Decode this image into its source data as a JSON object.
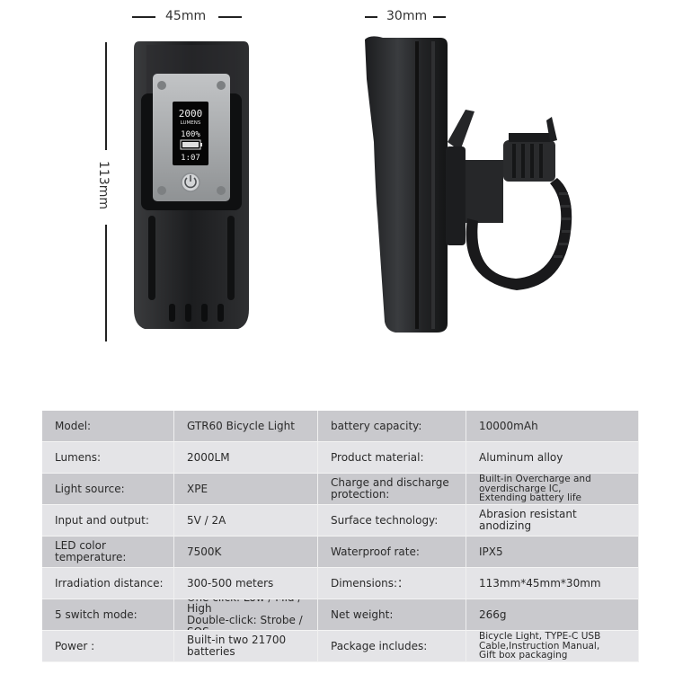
{
  "dimensions": {
    "width_label": "45mm",
    "depth_label": "30mm",
    "height_label": "113mm"
  },
  "display_screen": {
    "lumens_value": "2000",
    "lumens_unit": "LUMENS",
    "battery_percent": "100%",
    "runtime": "1:07"
  },
  "colors": {
    "row_dark": "#c9c9cd",
    "row_light": "#e4e4e7",
    "body_dark": "#1e1f21",
    "panel_silver": "#a9acae"
  },
  "specs": [
    {
      "label": "Model:",
      "value": "GTR60 Bicycle Light",
      "label2": "battery capacity:",
      "value2": "10000mAh"
    },
    {
      "label": "Lumens:",
      "value": "2000LM",
      "label2": "Product material:",
      "value2": "Aluminum alloy"
    },
    {
      "label": "Light source:",
      "value": "XPE",
      "label2": "Charge and discharge\nprotection:",
      "value2": "Built-in Overcharge and\noverdischarge IC,\nExtending battery life"
    },
    {
      "label": "Input and output:",
      "value": "5V / 2A",
      "label2": "Surface technology:",
      "value2": "Abrasion resistant anodizing"
    },
    {
      "label": "LED color temperature:",
      "value": "7500K",
      "label2": "Waterproof rate:",
      "value2": "IPX5"
    },
    {
      "label": "Irradiation distance:",
      "value": "300-500 meters",
      "label2": "Dimensions:：",
      "value2": "113mm*45mm*30mm"
    },
    {
      "label": "5 switch mode:",
      "value": "One click: Low / Mid / High\nDouble-click: Strobe / SOS",
      "label2": "Net weight:",
      "value2": "266g"
    },
    {
      "label": "Power :",
      "value": "Built-in two 21700 batteries",
      "label2": "Package includes:",
      "value2": "Bicycle Light, TYPE-C USB\nCable,Instruction Manual,\nGift box packaging"
    }
  ]
}
